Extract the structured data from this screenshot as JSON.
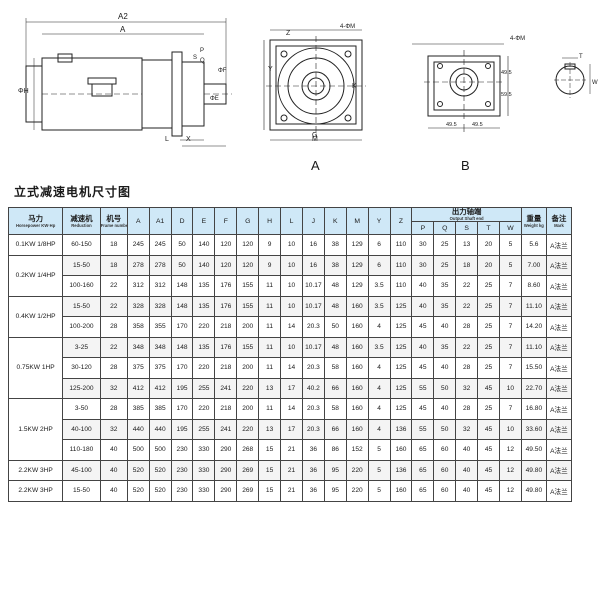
{
  "drawing_labels": {
    "a2": "A2",
    "a": "A",
    "phi_h": "ΦH",
    "phi_e": "ΦE",
    "phi_f": "ΦF",
    "s": "S",
    "p": "P",
    "q": "Q",
    "l": "L",
    "x": "X",
    "g": "G",
    "m": "M",
    "z": "Z",
    "bolt_k": "4-ΦM",
    "bolt_n": "4-ΦM",
    "k": "K",
    "y": "Y",
    "t": "T",
    "w": "W",
    "dim1": "49.5",
    "dim2": "49.5",
    "dim3": "49.5",
    "dim4": "59.5",
    "view_a": "A",
    "view_b": "B"
  },
  "title": "立式减速电机尺寸图",
  "header": {
    "power": "马力",
    "power_sub": "Horsepower KW·Hp",
    "ratio": "减速机",
    "ratio_sub": "Reduction",
    "model": "机号",
    "model_sub": "Frame number",
    "dims": [
      "A",
      "A1",
      "D",
      "E",
      "F",
      "G",
      "H",
      "L",
      "J",
      "K",
      "M",
      "Y",
      "Z"
    ],
    "shaft": "出力轴端",
    "shaft_sub": "Output Shaft end",
    "shaft_cols": [
      "P",
      "Q",
      "S",
      "T",
      "W"
    ],
    "weight": "重量",
    "weight_sub": "Weight kg",
    "note": "备注",
    "note_sub": "Mark"
  },
  "groups": [
    {
      "power": "0.1KW 1/8HP",
      "rows": [
        [
          "60-150",
          "18",
          "245",
          "245",
          "50",
          "140",
          "120",
          "120",
          "9",
          "10",
          "16",
          "38",
          "129",
          "6",
          "110",
          "30",
          "25",
          "13",
          "20",
          "5",
          "5.6",
          "A法兰"
        ]
      ]
    },
    {
      "power": "0.2KW 1/4HP",
      "rows": [
        [
          "15-50",
          "18",
          "278",
          "278",
          "50",
          "140",
          "120",
          "120",
          "9",
          "10",
          "16",
          "38",
          "129",
          "6",
          "110",
          "30",
          "25",
          "18",
          "20",
          "5",
          "7.00",
          "A法兰"
        ],
        [
          "100-160",
          "22",
          "312",
          "312",
          "148",
          "135",
          "176",
          "155",
          "11",
          "10",
          "10.17",
          "48",
          "129",
          "3.5",
          "110",
          "40",
          "35",
          "22",
          "25",
          "7",
          "8.60",
          "A法兰"
        ]
      ]
    },
    {
      "power": "0.4KW 1/2HP",
      "rows": [
        [
          "15-50",
          "22",
          "328",
          "328",
          "148",
          "135",
          "176",
          "155",
          "11",
          "10",
          "10.17",
          "48",
          "160",
          "3.5",
          "125",
          "40",
          "35",
          "22",
          "25",
          "7",
          "11.10",
          "A法兰"
        ],
        [
          "100-200",
          "28",
          "358",
          "355",
          "170",
          "220",
          "218",
          "200",
          "11",
          "14",
          "20.3",
          "50",
          "160",
          "4",
          "125",
          "45",
          "40",
          "28",
          "25",
          "7",
          "14.20",
          "A法兰"
        ]
      ]
    },
    {
      "power": "0.75KW 1HP",
      "rows": [
        [
          "3-25",
          "22",
          "348",
          "348",
          "148",
          "135",
          "176",
          "155",
          "11",
          "10",
          "10.17",
          "48",
          "160",
          "3.5",
          "125",
          "40",
          "35",
          "22",
          "25",
          "7",
          "11.10",
          "A法兰"
        ],
        [
          "30-120",
          "28",
          "375",
          "375",
          "170",
          "220",
          "218",
          "200",
          "11",
          "14",
          "20.3",
          "58",
          "160",
          "4",
          "125",
          "45",
          "40",
          "28",
          "25",
          "7",
          "15.50",
          "A法兰"
        ],
        [
          "125-200",
          "32",
          "412",
          "412",
          "195",
          "255",
          "241",
          "220",
          "13",
          "17",
          "40.2",
          "66",
          "160",
          "4",
          "125",
          "55",
          "50",
          "32",
          "45",
          "10",
          "22.70",
          "A法兰"
        ]
      ]
    },
    {
      "power": "1.5KW 2HP",
      "rows": [
        [
          "3-50",
          "28",
          "385",
          "385",
          "170",
          "220",
          "218",
          "200",
          "11",
          "14",
          "20.3",
          "58",
          "160",
          "4",
          "125",
          "45",
          "40",
          "28",
          "25",
          "7",
          "16.80",
          "A法兰"
        ],
        [
          "40-100",
          "32",
          "440",
          "440",
          "195",
          "255",
          "241",
          "220",
          "13",
          "17",
          "20.3",
          "66",
          "160",
          "4",
          "136",
          "55",
          "50",
          "32",
          "45",
          "10",
          "33.60",
          "A法兰"
        ],
        [
          "110-180",
          "40",
          "500",
          "500",
          "230",
          "330",
          "290",
          "268",
          "15",
          "21",
          "36",
          "86",
          "152",
          "5",
          "160",
          "65",
          "60",
          "40",
          "45",
          "12",
          "49.50",
          "A法兰"
        ]
      ]
    },
    {
      "power": "2.2KW 3HP",
      "rows": [
        [
          "45-100",
          "40",
          "520",
          "520",
          "230",
          "330",
          "290",
          "269",
          "15",
          "21",
          "36",
          "95",
          "220",
          "5",
          "136",
          "65",
          "60",
          "40",
          "45",
          "12",
          "49.80",
          "A法兰"
        ]
      ]
    },
    {
      "power": "2.2KW 3HP",
      "rows": [
        [
          "15-50",
          "40",
          "520",
          "520",
          "230",
          "330",
          "290",
          "269",
          "15",
          "21",
          "36",
          "95",
          "220",
          "5",
          "160",
          "65",
          "60",
          "40",
          "45",
          "12",
          "49.80",
          "A法兰"
        ]
      ]
    }
  ]
}
